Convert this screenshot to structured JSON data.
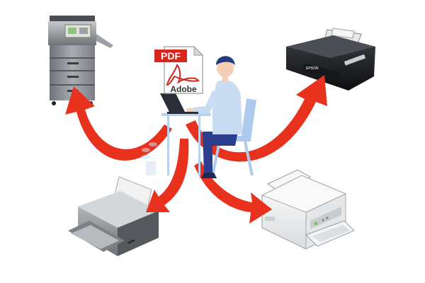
{
  "pdf_icon": {
    "badge_text": "PDF",
    "brand_text": "Adobe"
  },
  "devices": [
    {
      "id": "copier",
      "icon": "multifunction-copier-icon"
    },
    {
      "id": "photo-printer",
      "icon": "black-inkjet-printer-icon"
    },
    {
      "id": "dot-matrix",
      "icon": "gray-dot-matrix-printer-icon"
    },
    {
      "id": "all-in-one",
      "icon": "white-all-in-one-printer-icon"
    }
  ],
  "colors": {
    "arrow": "#e8321e",
    "pdf_badge": "#d7261e",
    "shirt": "#c9dcf2",
    "pants": "#2c3f8f",
    "hair": "#233b7a",
    "skin": "#f4cfb5",
    "laptop": "#2a2f3a",
    "chair": "#aecbed"
  }
}
